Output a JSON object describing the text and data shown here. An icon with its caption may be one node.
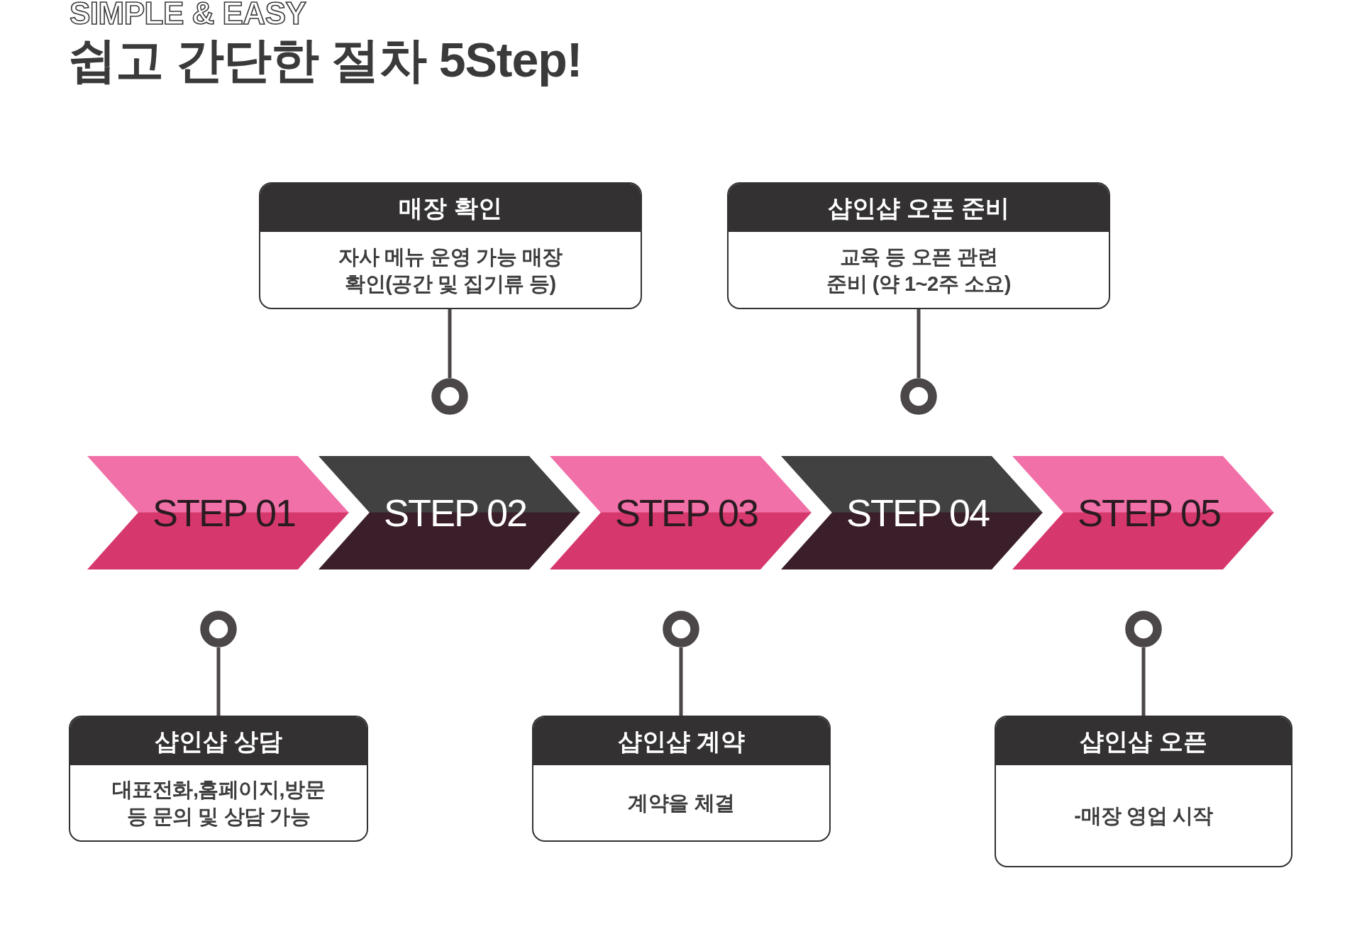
{
  "diagram": {
    "title": "쉽고 간단한 절차 5Step!",
    "nodes": [
      {
        "text": [
          "매장 확인",
          "자사 메뉴 운영 가능 매장 확인(공간 및 집기류 등)"
        ]
      },
      {
        "text": [
          "샵인샵 오픈 준비",
          "교육 등 오픈 관련 준비 (약 1~2주 소요)"
        ]
      },
      {
        "text": [],
        "shape": "circle"
      },
      {
        "text": [],
        "shape": "circle"
      },
      {
        "text": [
          "STEP 01"
        ]
      },
      {
        "text": [
          "STEP 02"
        ]
      },
      {
        "text": [
          "STEP 03"
        ]
      },
      {
        "text": [
          "STEP 04"
        ]
      },
      {
        "text": [
          "STEP 05"
        ]
      },
      {
        "text": [],
        "shape": "circle"
      },
      {
        "text": [],
        "shape": "circle"
      },
      {
        "text": [],
        "shape": "circle"
      },
      {
        "text": [
          "샵인샵 상담",
          "대표전화,홈페이지,방문 등 문의 및 상담 가능"
        ]
      },
      {
        "text": [
          "샵인샵 계약",
          "계약을 체결"
        ]
      },
      {
        "text": [
          "샵인샵 오픈",
          "-매장 영업 시작"
        ]
      }
    ],
    "edges": [
      {
        "from": 0,
        "to": 2,
        "arrow": "none"
      },
      {
        "from": 1,
        "to": 3,
        "arrow": "none"
      },
      {
        "from": 12,
        "to": 9,
        "arrow": "none"
      },
      {
        "from": 13,
        "to": 10,
        "arrow": "none"
      },
      {
        "from": 14,
        "to": 11,
        "arrow": "none"
      }
    ],
    "labels": [
      "SIMPLE & EASY"
    ]
  }
}
